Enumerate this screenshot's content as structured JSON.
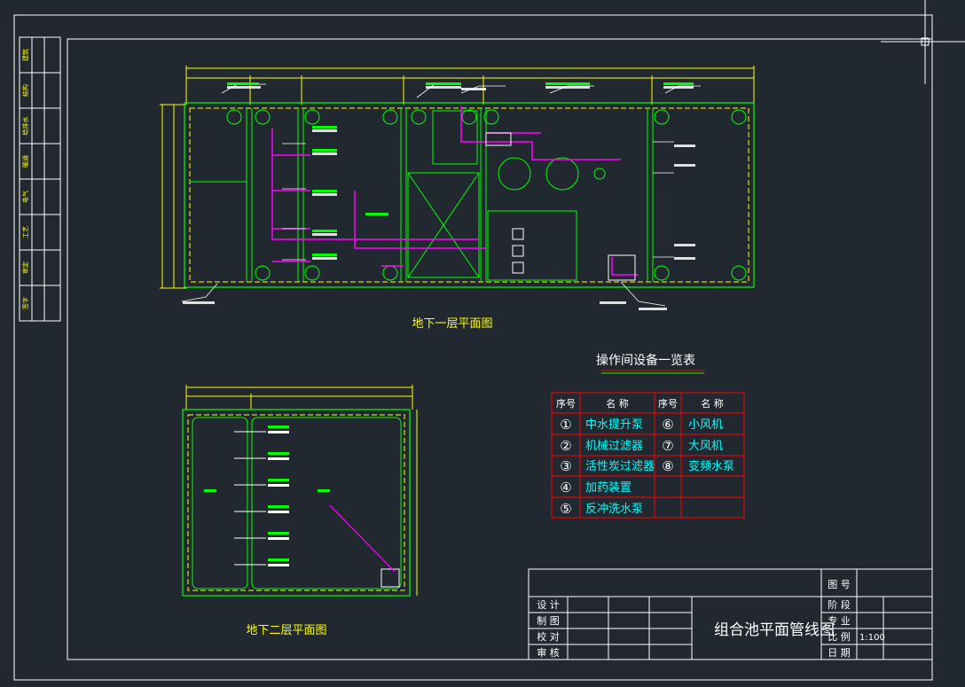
{
  "view_titles": {
    "b1": "地下一层平面图",
    "b2": "地下二层平面图"
  },
  "equipment_table": {
    "title": "操作间设备一览表",
    "headers": [
      "序号",
      "名 称",
      "序号",
      "名 称"
    ],
    "left_rows": [
      {
        "no": "①",
        "name": "中水提升泵"
      },
      {
        "no": "②",
        "name": "机械过滤器"
      },
      {
        "no": "③",
        "name": "活性炭过滤器"
      },
      {
        "no": "④",
        "name": "加药装置"
      },
      {
        "no": "⑤",
        "name": "反冲洗水泵"
      }
    ],
    "right_rows": [
      {
        "no": "⑥",
        "name": "小风机"
      },
      {
        "no": "⑦",
        "name": "大风机"
      },
      {
        "no": "⑧",
        "name": "变频水泵"
      }
    ]
  },
  "title_block": {
    "drawing_title": "组合池平面管线图",
    "left_labels": [
      "设 计",
      "制 图",
      "校 对",
      "审 核"
    ],
    "right_labels": [
      "图 号",
      "阶 段",
      "专 业",
      "比 例",
      "日 期"
    ],
    "scale_value": "1:100"
  },
  "side_strip": {
    "labels": [
      "建筑",
      "结构",
      "给排水",
      "暖通",
      "电气",
      "工艺",
      "审定",
      "签字"
    ]
  },
  "colors": {
    "background": "#212830",
    "frame": "#ffffff",
    "dimension": "#ffff00",
    "wall": "#00ff00",
    "pipe": "#ff00ff",
    "label": "#00ffff",
    "table_line": "#ff0000"
  }
}
